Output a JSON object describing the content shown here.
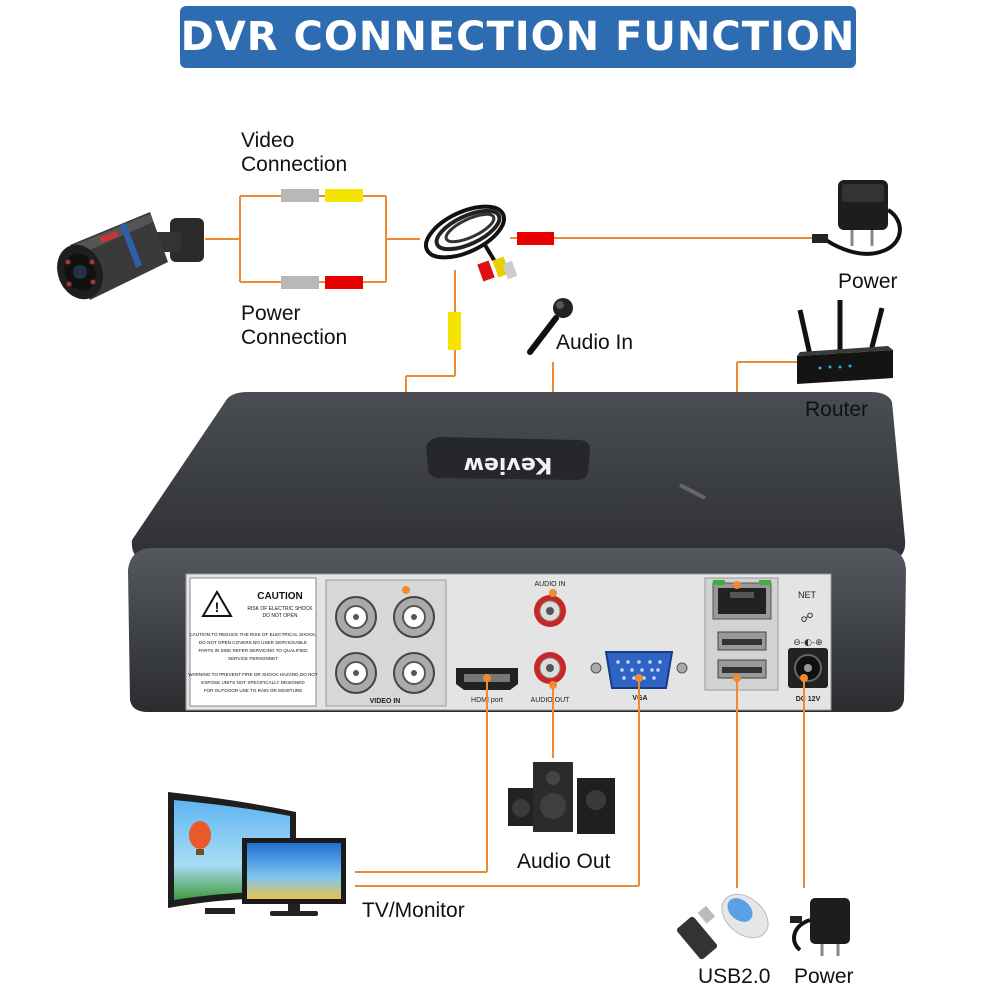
{
  "title": "DVR CONNECTION FUNCTION",
  "labels": {
    "video_connection": [
      "Video",
      "Connection"
    ],
    "power_connection": [
      "Power",
      "Connection"
    ],
    "power_top": "Power",
    "audio_in": "Audio In",
    "router": "Router",
    "audio_out": "Audio Out",
    "tv_monitor": "TV/Monitor",
    "usb": "USB2.0",
    "power_bottom": "Power"
  },
  "device": {
    "brand": "Keview",
    "port_labels": {
      "audio_in": "AUDIO IN",
      "audio_out": "AUDIO OUT",
      "hdmi": "HDMI port",
      "vga": "VGA",
      "video_in": "VIDEO IN",
      "net": "NET",
      "dc": "DC 12V"
    },
    "caution": {
      "title": "CAUTION",
      "sub": [
        "RISK OF ELECTRIC SHOCK",
        "DO NOT OPEN"
      ],
      "lines": [
        "CAUTION:TO REDUCE THE RISK OF ELECTRICAL SHOCK,",
        "DO NOT OPEN COVERS.NO USER SERVICEABLE",
        "PARTS IN SIDE.REFER SERVICING TO QUALIFIED",
        "SERVICE PERSONNET",
        "WARNING:TO PREVENT FIRE OR SHOCK HAZARD,DO NOT",
        "EXPOSE UNITS NOT SPECIFICALLY DESIGNED",
        "FOR OUTDOOR USE TO RAIN OR MOISTURE"
      ]
    }
  },
  "colors": {
    "banner": "#2d6cb0",
    "wire": "#ee8a33",
    "video_plug": "#f5e400",
    "power_plug": "#e60000",
    "grey_plug": "#b8b8b8",
    "dvr_body": "#3a3d42",
    "dvr_panel": "#e4e4e4"
  },
  "icons": [
    "security-camera",
    "cable-bundle",
    "power-adapter",
    "microphone",
    "router",
    "speaker-set",
    "monitor-pair",
    "usb-drive",
    "mouse"
  ]
}
